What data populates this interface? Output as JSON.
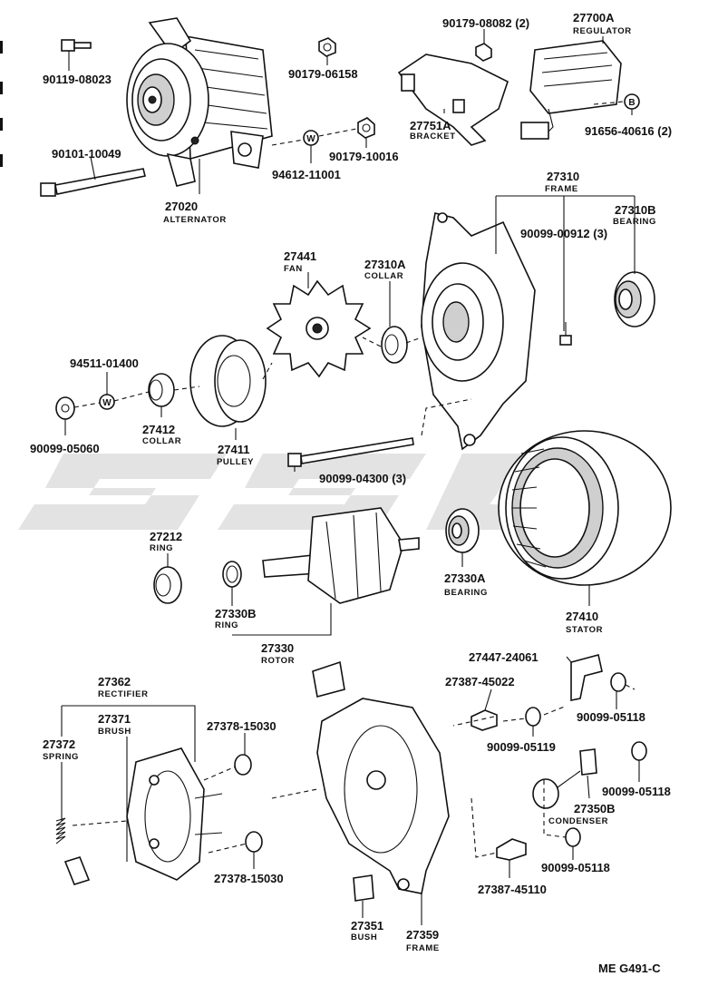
{
  "diagram_code": "ME  G491-C",
  "watermark": "SSG",
  "parts": {
    "p_90119_08023": {
      "num": "90119-08023",
      "name": ""
    },
    "p_27020": {
      "num": "27020",
      "name": "ALTERNATOR"
    },
    "p_90101_10049": {
      "num": "90101-10049",
      "name": ""
    },
    "p_90179_06158": {
      "num": "90179-06158",
      "name": ""
    },
    "p_90179_10016": {
      "num": "90179-10016",
      "name": ""
    },
    "p_94612_11001": {
      "num": "94612-11001",
      "name": ""
    },
    "p_90179_08082": {
      "num": "90179-08082 (2)",
      "name": ""
    },
    "p_27700A": {
      "num": "27700A",
      "name": "REGULATOR"
    },
    "p_27751A": {
      "num": "27751A",
      "name": "BRACKET"
    },
    "p_91656_40616": {
      "num": "91656-40616 (2)",
      "name": ""
    },
    "p_27310": {
      "num": "27310",
      "name": "FRAME"
    },
    "p_27310B": {
      "num": "27310B",
      "name": "BEARING"
    },
    "p_90099_00912": {
      "num": "90099-00912 (3)",
      "name": ""
    },
    "p_27441": {
      "num": "27441",
      "name": "FAN"
    },
    "p_27310A": {
      "num": "27310A",
      "name": "COLLAR"
    },
    "p_94511_01400": {
      "num": "94511-01400",
      "name": ""
    },
    "p_27412": {
      "num": "27412",
      "name": "COLLAR"
    },
    "p_27411": {
      "num": "27411",
      "name": "PULLEY"
    },
    "p_90099_05060": {
      "num": "90099-05060",
      "name": ""
    },
    "p_90099_04300": {
      "num": "90099-04300 (3)",
      "name": ""
    },
    "p_27212": {
      "num": "27212",
      "name": "RING"
    },
    "p_27330A": {
      "num": "27330A",
      "name": "BEARING"
    },
    "p_27410": {
      "num": "27410",
      "name": "STATOR"
    },
    "p_27330B": {
      "num": "27330B",
      "name": "RING"
    },
    "p_27330": {
      "num": "27330",
      "name": "ROTOR"
    },
    "p_27447_24061": {
      "num": "27447-24061",
      "name": ""
    },
    "p_27362": {
      "num": "27362",
      "name": "RECTIFIER"
    },
    "p_27387_45022": {
      "num": "27387-45022",
      "name": ""
    },
    "p_90099_05118a": {
      "num": "90099-05118",
      "name": ""
    },
    "p_27371": {
      "num": "27371",
      "name": "BRUSH"
    },
    "p_27378_15030a": {
      "num": "27378-15030",
      "name": ""
    },
    "p_90099_05119": {
      "num": "90099-05119",
      "name": ""
    },
    "p_27372": {
      "num": "27372",
      "name": "SPRING"
    },
    "p_90099_05118b": {
      "num": "90099-05118",
      "name": ""
    },
    "p_27350B": {
      "num": "27350B",
      "name": "CONDENSER"
    },
    "p_90099_05118c": {
      "num": "90099-05118",
      "name": ""
    },
    "p_27378_15030b": {
      "num": "27378-15030",
      "name": ""
    },
    "p_27387_45110": {
      "num": "27387-45110",
      "name": ""
    },
    "p_27351": {
      "num": "27351",
      "name": "BUSH"
    },
    "p_27359": {
      "num": "27359",
      "name": "FRAME"
    }
  },
  "markers": {
    "washer": "W",
    "bolt": "B"
  }
}
